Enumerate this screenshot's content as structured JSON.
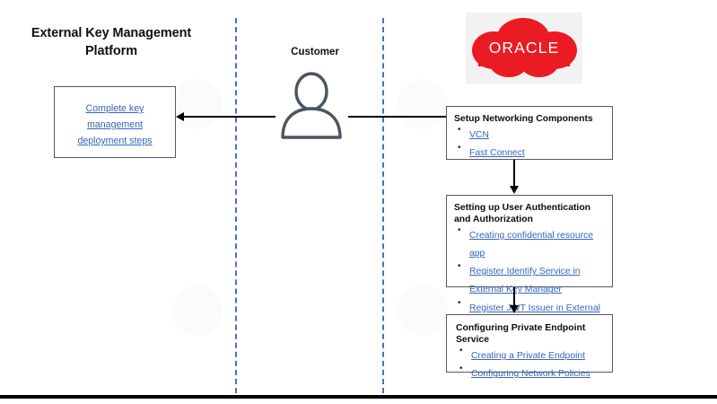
{
  "lanes": {
    "platform": {
      "title": "External Key Management\nPlatform"
    },
    "customer": {
      "title": "Customer",
      "actor_icon": "person-icon"
    },
    "cloud": {
      "logo_text": "ORACLE",
      "logo_icon": "oracle-cloud-logo",
      "brand_color": "#EA1B22"
    }
  },
  "colors": {
    "link": "#3764BE",
    "divider": "#4472C4",
    "box_border": "#595959",
    "oracle_red": "#EA1B22",
    "actor_stroke": "#3F4A56",
    "logo_background": "#F2F2F2"
  },
  "platform_box": {
    "links": [
      "Complete key",
      "management",
      "deployment steps"
    ]
  },
  "process_boxes": [
    {
      "id": "setup-networking-components",
      "title": "Setup Networking Components",
      "links": [
        "VCN",
        "Fast Connect"
      ]
    },
    {
      "id": "setting-up-user-authentication-and-authorization",
      "title": "Setting up User Authentication and Authorization",
      "links": [
        "Creating confidential resource app",
        "Register Identify Service in External Key Manager",
        "Register JWT Issuer in External Key Manager"
      ]
    },
    {
      "id": "configuring-private-endpoint-service",
      "title": "Configuring Private Endpoint Service",
      "links": [
        "Creating a Private Endpoint",
        "Configuring Network Policies"
      ]
    }
  ]
}
